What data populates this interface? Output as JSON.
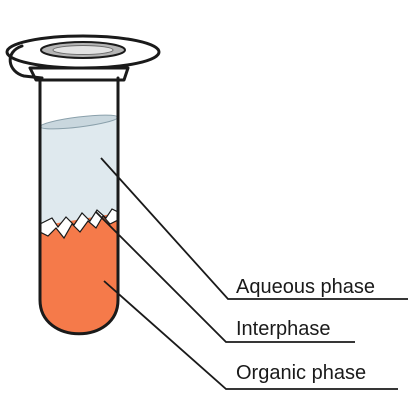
{
  "labels": {
    "aqueous": "Aqueous phase",
    "interphase": "Interphase",
    "organic": "Organic phase"
  },
  "colors": {
    "aqueous": "#dfe9ee",
    "aqueous_surface": "#c9d7de",
    "interphase": "#ffffff",
    "organic": "#f57a4a",
    "tube_outline": "#1a1a1a",
    "cap_fill": "#e3e3e3",
    "cap_inner": "#b5b5b5"
  }
}
